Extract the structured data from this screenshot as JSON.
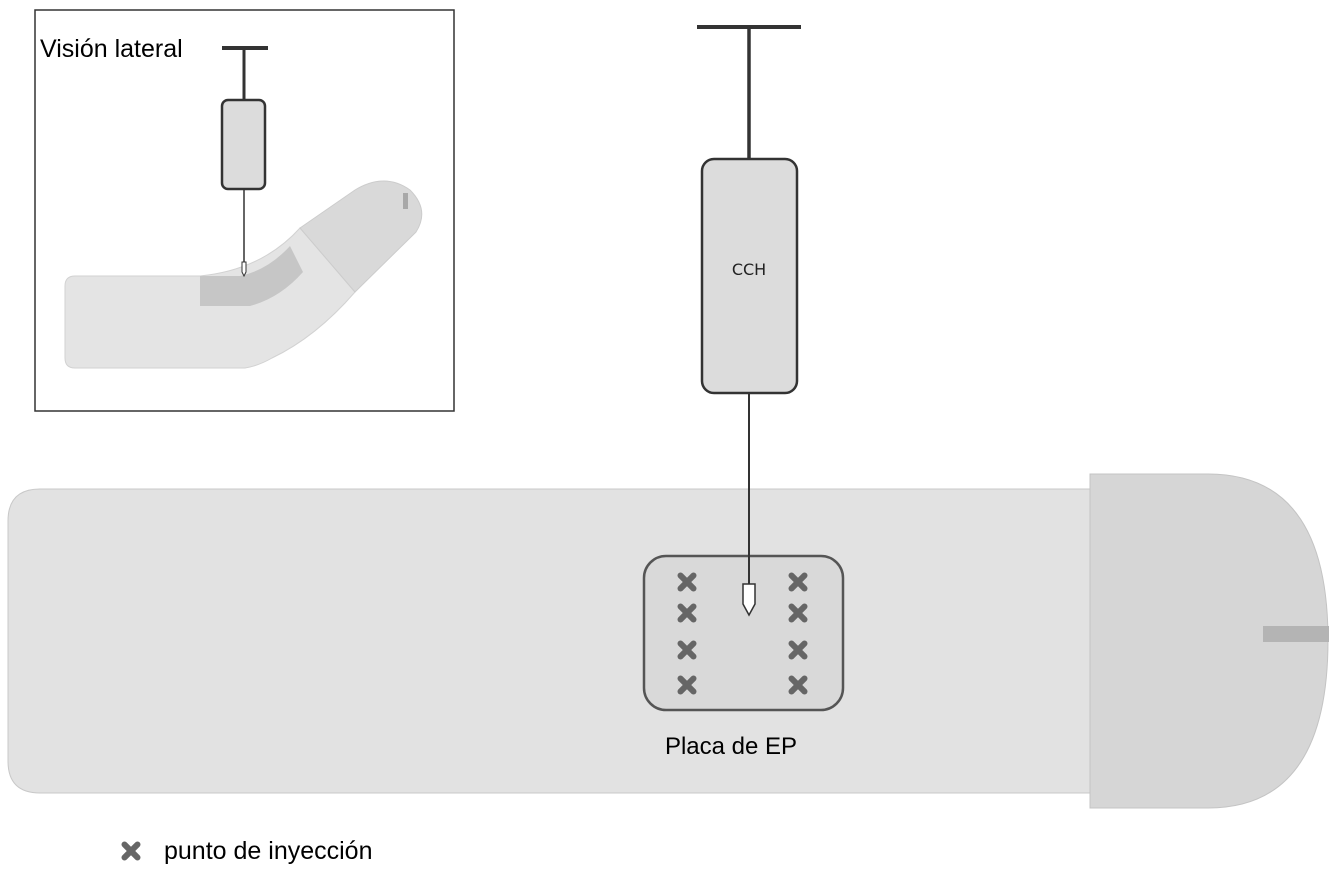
{
  "inset": {
    "title": "Visión lateral"
  },
  "syringe": {
    "label": "CCH"
  },
  "plaque": {
    "label": "Placa de EP",
    "injection_points": [
      {
        "column": "left",
        "row": 1
      },
      {
        "column": "left",
        "row": 2
      },
      {
        "column": "left",
        "row": 3
      },
      {
        "column": "left",
        "row": 4
      },
      {
        "column": "right",
        "row": 1
      },
      {
        "column": "right",
        "row": 2
      },
      {
        "column": "right",
        "row": 3
      },
      {
        "column": "right",
        "row": 4
      }
    ]
  },
  "legend": {
    "label": "punto de inyección",
    "icon": "x-mark-icon"
  },
  "colors": {
    "body": "#e2e2e2",
    "body_stroke": "#c8c8c8",
    "glans": "#d6d6d6",
    "plaque": "#d9d9d9",
    "plaque_stroke": "#555555",
    "mark": "#666666",
    "meatus": "#b4b4b4",
    "inset_plaque": "#c6c6c6",
    "syringe_fill": "#dcdcdc",
    "line": "#333333"
  }
}
